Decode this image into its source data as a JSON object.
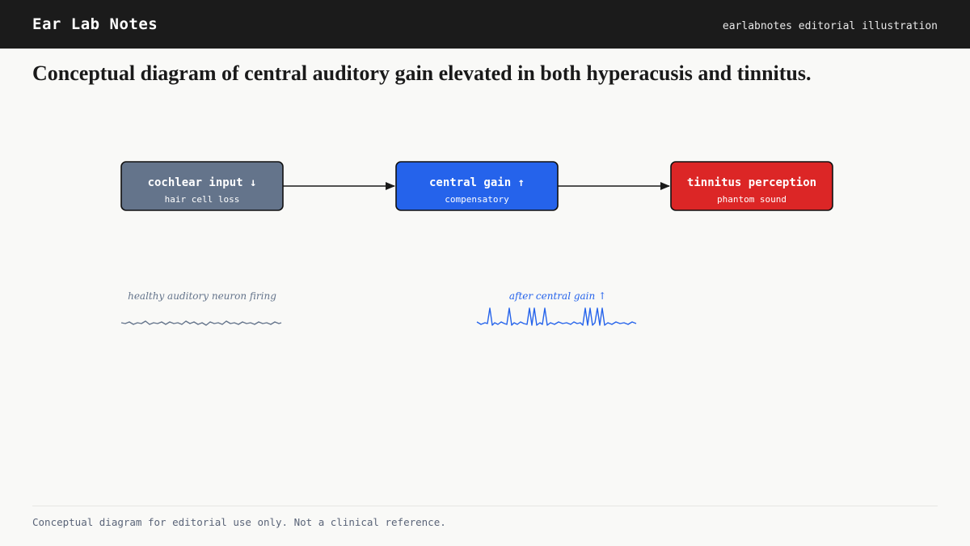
{
  "header": {
    "brand": "Ear Lab Notes",
    "tagline": "earlabnotes editorial illustration"
  },
  "title": "Conceptual diagram of central auditory gain elevated in both hyperacusis and tinnitus.",
  "flow": {
    "nodes": [
      {
        "title": "cochlear input ↓",
        "subtitle": "hair cell loss",
        "color": "#64748b"
      },
      {
        "title": "central gain ↑",
        "subtitle": "compensatory",
        "color": "#2563eb"
      },
      {
        "title": "tinnitus perception",
        "subtitle": "phantom sound",
        "color": "#dc2626"
      }
    ],
    "arrow_color": "#1a1a1a",
    "border_color": "#111111"
  },
  "waveforms": {
    "healthy": {
      "label": "healthy auditory neuron firing",
      "color": "#64748b"
    },
    "elevated": {
      "label": "after central gain ↑",
      "color": "#2563eb"
    }
  },
  "footer": "Conceptual diagram for editorial use only. Not a clinical reference."
}
